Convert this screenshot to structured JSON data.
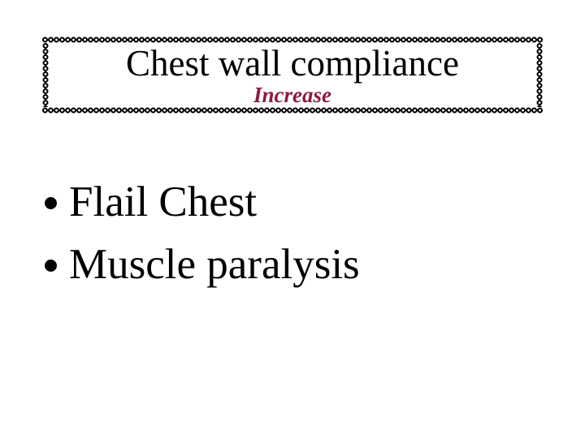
{
  "slide": {
    "title_box": {
      "title": "Chest wall compliance",
      "subtitle": "Increase"
    },
    "bullet_char": "•",
    "bullets": [
      {
        "label": "Flail Chest"
      },
      {
        "label": "Muscle paralysis"
      }
    ],
    "colors": {
      "background": "#ffffff",
      "title_text": "#000000",
      "subtitle_text": "#8d1b3d",
      "bullet_text": "#000000",
      "border": "#000000"
    }
  }
}
